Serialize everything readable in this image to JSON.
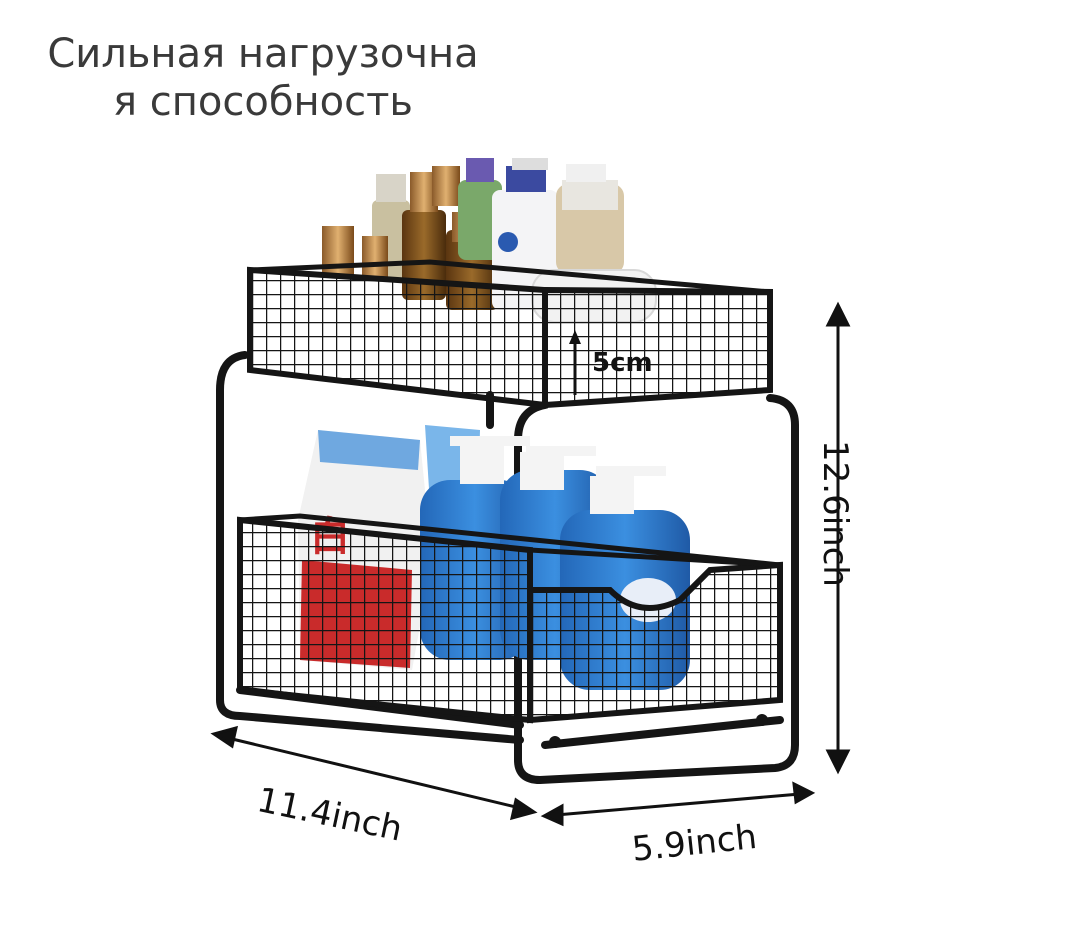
{
  "title": {
    "line1": "Сильная нагрузочна",
    "line2": "я способность"
  },
  "dimensions": {
    "width": "11.4inch",
    "depth": "5.9inch",
    "height": "12.6inch",
    "basket_height": "5cm"
  },
  "colors": {
    "frame": "#151515",
    "bottle_blue": "#2f7fd1",
    "bag_red": "#c92b2b",
    "towel": "#f2f2f2",
    "amber": "#8a5a22"
  }
}
